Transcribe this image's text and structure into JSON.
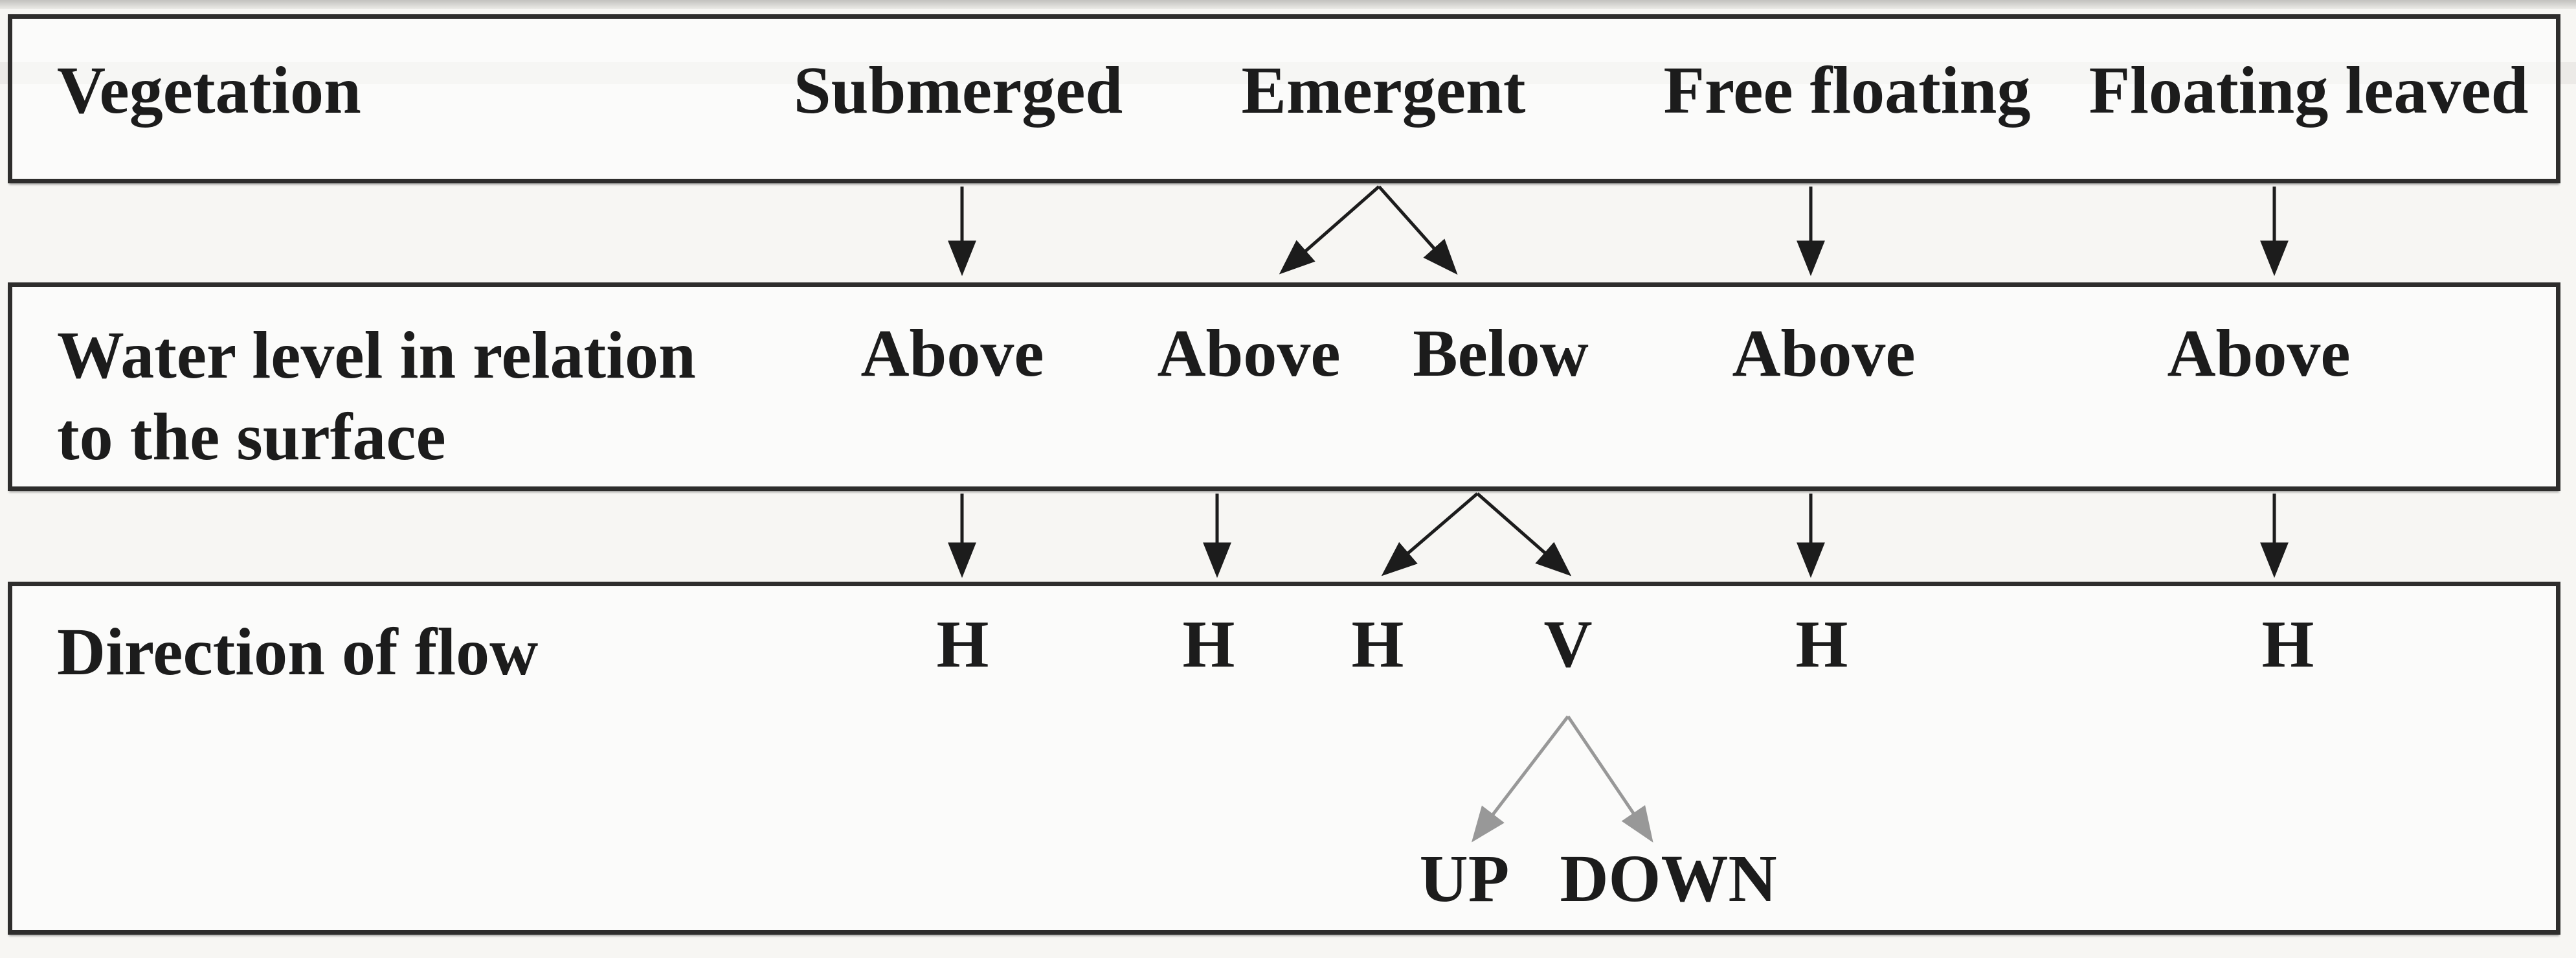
{
  "rows": [
    {
      "label": "Vegetation",
      "values": [
        "Submerged",
        "Emergent",
        "Free floating",
        "Floating leaved"
      ]
    },
    {
      "label_line1": "Water level in relation",
      "label_line2": "to the surface",
      "values": [
        "Above",
        "Above",
        "Below",
        "Above",
        "Above"
      ]
    },
    {
      "label": "Direction of flow",
      "values": [
        "H",
        "H",
        "H",
        "V",
        "H",
        "H"
      ]
    }
  ],
  "vertical_flow": {
    "up": "UP",
    "down": "DOWN"
  },
  "colors": {
    "paper": "#f7f6f3",
    "ink": "#1c1c1c",
    "box_border": "#2e2d2c"
  },
  "connections": [
    "Submerged -> Above -> H",
    "Emergent -> Above -> H",
    "Emergent -> Below -> H",
    "Emergent -> Below -> V",
    "V -> UP",
    "V -> DOWN",
    "Free floating -> Above -> H",
    "Floating leaved -> Above -> H"
  ]
}
